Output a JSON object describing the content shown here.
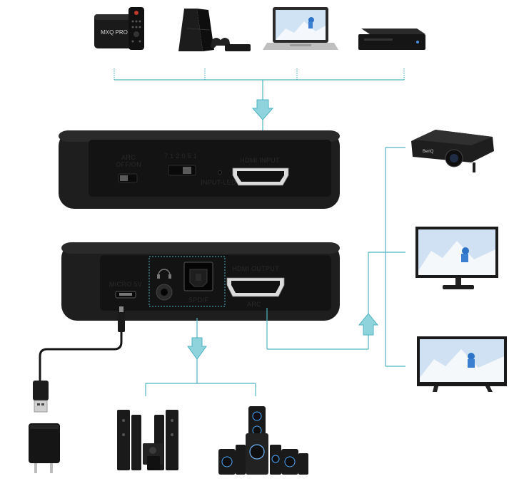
{
  "sources": [
    {
      "name": "tv-box",
      "brand_text": "MXQ PRO"
    },
    {
      "name": "game-console"
    },
    {
      "name": "laptop"
    },
    {
      "name": "media-player"
    }
  ],
  "converter_input_side": {
    "arc_switch_label": "ARC",
    "arc_switch_states": "OFF/ON",
    "channel_switch_label": "7.1 2.0 5.1",
    "hdmi_input_label": "HDMI INPUT",
    "led_label": "INPUT-LED"
  },
  "converter_output_side": {
    "micro_usb_label": "MICRO 5V",
    "spdif_label": "SPDIF",
    "hdmi_output_label": "HDMI OUTPUT",
    "arc_label": "ARC"
  },
  "displays": [
    {
      "name": "projector",
      "brand_text": "BenQ"
    },
    {
      "name": "monitor"
    },
    {
      "name": "tv"
    }
  ],
  "audio_devices": [
    {
      "name": "home-theater-speakers"
    },
    {
      "name": "speaker-system"
    }
  ],
  "colors": {
    "connector_line": "#4fb3c0",
    "device_body": "#1e1e1e",
    "panel_face": "#131313",
    "label_text": "#2a2a2a"
  }
}
